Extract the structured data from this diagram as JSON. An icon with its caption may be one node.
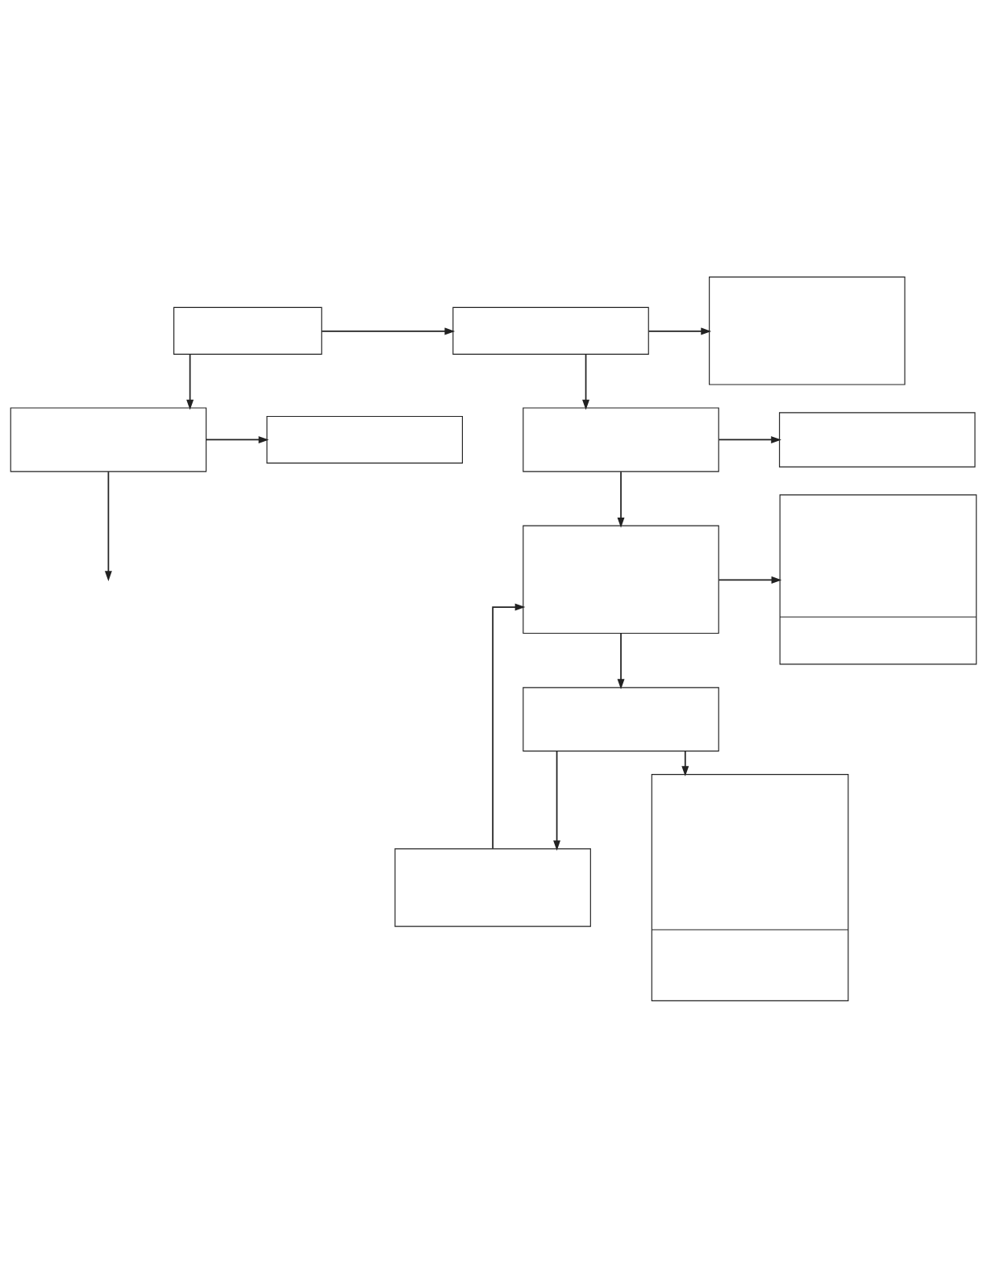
{
  "diagram": {
    "nodes": [
      {
        "text": [],
        "shape": "box"
      },
      {
        "text": [],
        "shape": "box"
      },
      {
        "text": [],
        "shape": "box"
      },
      {
        "text": [],
        "shape": "box"
      },
      {
        "text": [],
        "shape": "box"
      },
      {
        "text": [],
        "shape": "box"
      },
      {
        "text": [],
        "shape": "box"
      },
      {
        "text": [],
        "shape": "box"
      },
      {
        "text": [],
        "shape": "box"
      },
      {
        "text": [],
        "shape": "box"
      },
      {
        "text": [],
        "shape": "box"
      },
      {
        "text": [],
        "shape": "box"
      }
    ],
    "edges": [
      {
        "from": 0,
        "to": 1,
        "arrow": "to"
      },
      {
        "from": 1,
        "to": 2,
        "arrow": "to"
      },
      {
        "from": 1,
        "to": 3,
        "arrow": "to"
      },
      {
        "from": 3,
        "to": 4,
        "arrow": "to"
      },
      {
        "from": 3,
        "to": 5,
        "arrow": "to"
      },
      {
        "from": 5,
        "to": 6,
        "arrow": "to"
      },
      {
        "from": 5,
        "to": 7,
        "arrow": "to"
      },
      {
        "from": 7,
        "to": 9,
        "arrow": "to"
      },
      {
        "from": 7,
        "to": 8,
        "arrow": "to"
      },
      {
        "from": 8,
        "to": 5,
        "arrow": "to"
      },
      {
        "from": 0,
        "to": 10,
        "arrow": "to"
      },
      {
        "from": 10,
        "to": 11,
        "arrow": "to"
      },
      {
        "from": 10,
        "to": null,
        "arrow": "to"
      }
    ]
  }
}
